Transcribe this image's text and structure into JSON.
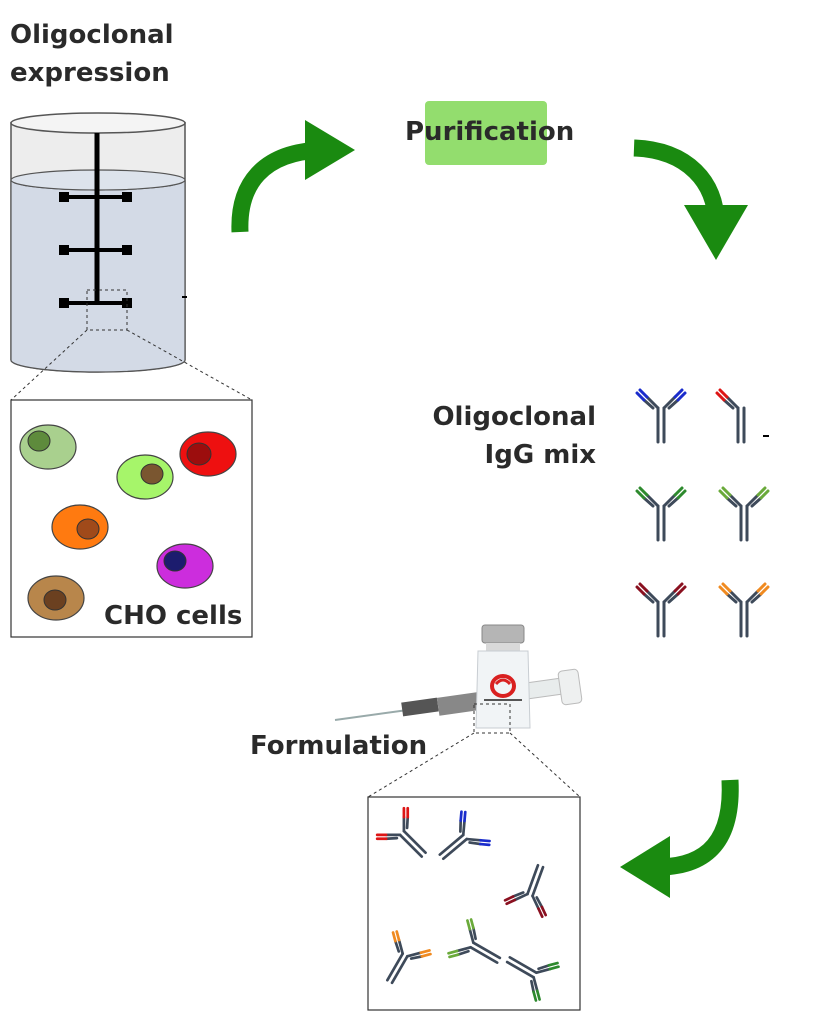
{
  "labels": {
    "expression": "Oligoclonal expression",
    "purification": "Purification",
    "igg_mix": "Oligoclonal IgG mix",
    "formulation": "Formulation",
    "cho_cells": "CHO cells"
  },
  "colors": {
    "arrow": "#1a8a10",
    "purification_bg": "#93dd6e",
    "antibody_body": "#3e4a5a",
    "bioreactor_liquid": "#d3dae6"
  },
  "cells": [
    {
      "fill": "#a9d08e",
      "nucleus": "#5e8b3c"
    },
    {
      "fill": "#a6f56a",
      "nucleus": "#7a5630"
    },
    {
      "fill": "#ee1010",
      "nucleus": "#9c0d0d"
    },
    {
      "fill": "#ff7a10",
      "nucleus": "#a04a1a"
    },
    {
      "fill": "#cc2ddd",
      "nucleus": "#1c1c6e"
    },
    {
      "fill": "#b8864b",
      "nucleus": "#6b4020"
    }
  ],
  "antibody_variants": [
    {
      "tip": "#1a2ccc"
    },
    {
      "tip": "#dd1515"
    },
    {
      "tip": "#2e8a2e"
    },
    {
      "tip": "#6aaa3a"
    },
    {
      "tip": "#8a1020"
    },
    {
      "tip": "#f08a20"
    }
  ]
}
